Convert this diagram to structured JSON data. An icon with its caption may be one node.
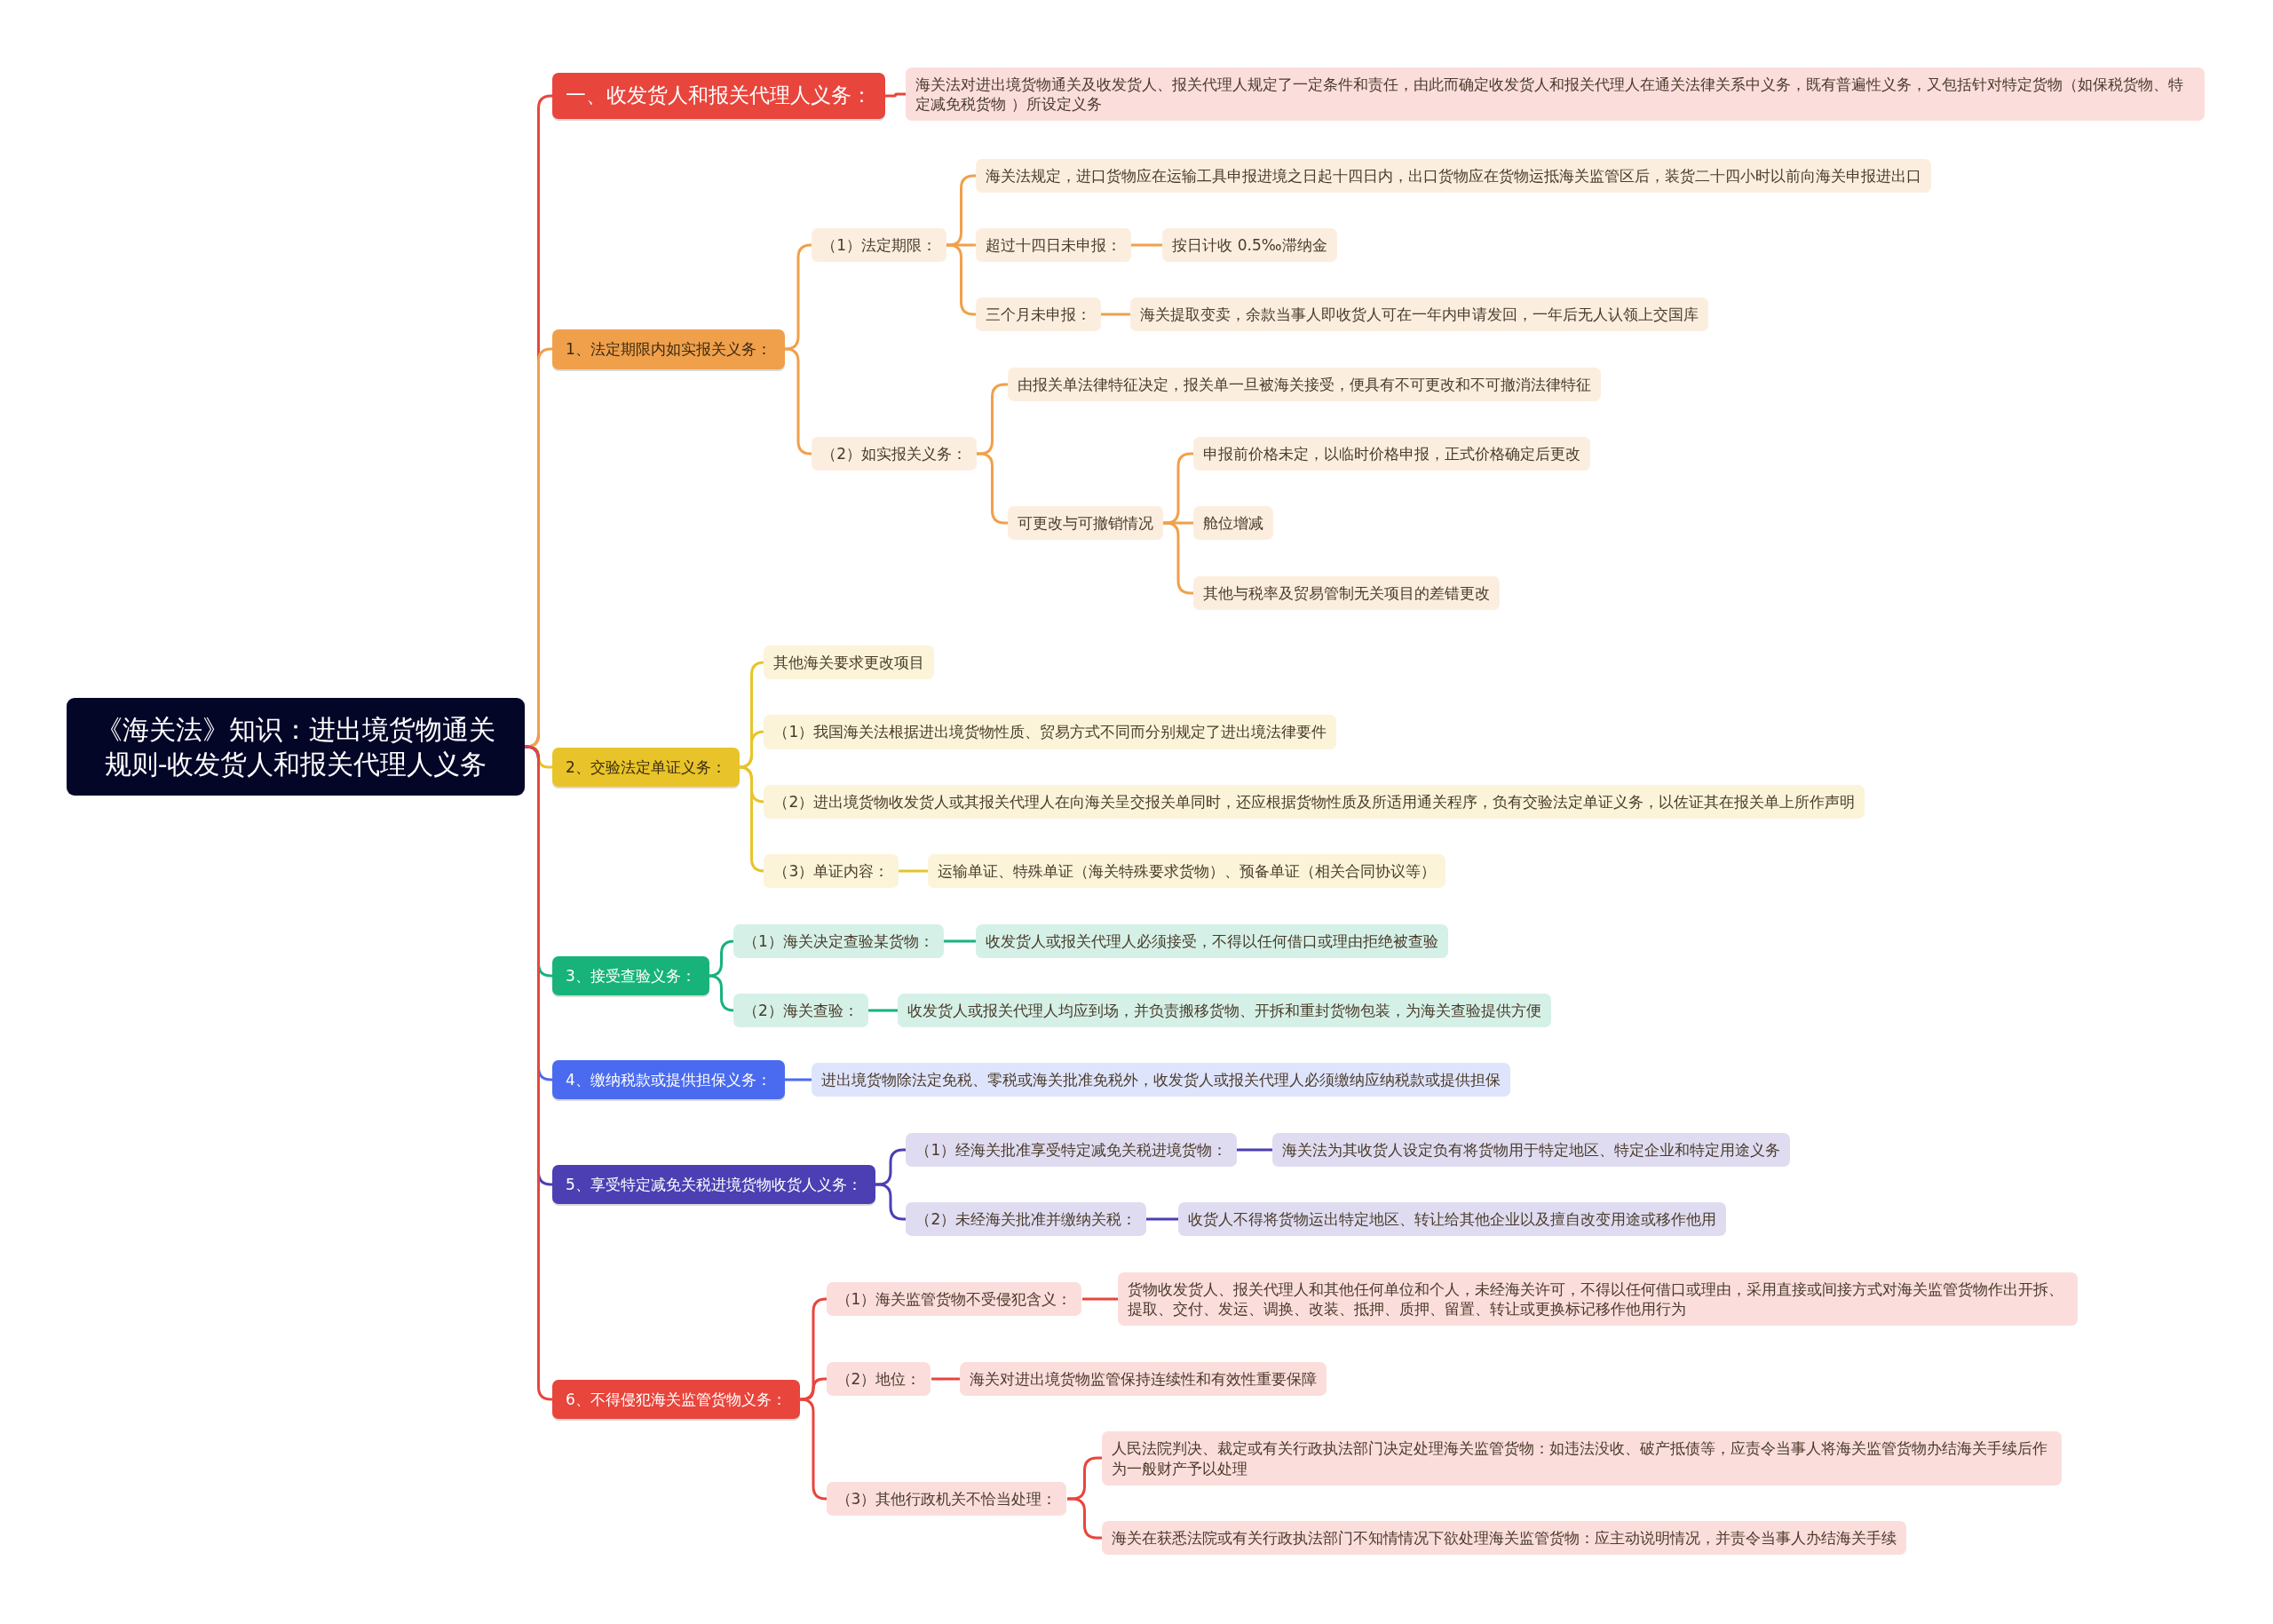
{
  "diagram": {
    "nodes": [
      {
        "text": [
          "《海关法》知识：进出境货物通关规则-收发货人和报关代理人义务"
        ]
      },
      {
        "text": [
          "一、收发货人和报关代理人义务："
        ]
      },
      {
        "text": [
          "海关法对进出境货物通关及收发货人、报关代理人规定了一定条件和责任，由此而确定收发货人和报关代理人在通关法律关系中义务，既有普遍性义务，又包括针对特定货物（如保税货物、特定减免税货物 ）所设定义务"
        ]
      },
      {
        "text": [
          "1、法定期限内如实报关义务："
        ]
      },
      {
        "text": [
          "（1）法定期限："
        ]
      },
      {
        "text": [
          "海关法规定，进口货物应在运输工具申报进境之日起十四日内，出口货物应在货物运抵海关监管区后，装货二十四小时以前向海关申报进出口"
        ]
      },
      {
        "text": [
          "超过十四日未申报："
        ]
      },
      {
        "text": [
          "按日计收 0.5‰滞纳金"
        ]
      },
      {
        "text": [
          "三个月未申报："
        ]
      },
      {
        "text": [
          "海关提取变卖，余款当事人即收货人可在一年内申请发回，一年后无人认领上交国库"
        ]
      },
      {
        "text": [
          "（2）如实报关义务："
        ]
      },
      {
        "text": [
          "由报关单法律特征决定，报关单一旦被海关接受，便具有不可更改和不可撤消法律特征"
        ]
      },
      {
        "text": [
          "可更改与可撤销情况"
        ]
      },
      {
        "text": [
          "申报前价格未定，以临时价格申报，正式价格确定后更改"
        ]
      },
      {
        "text": [
          "舱位增减"
        ]
      },
      {
        "text": [
          "其他与税率及贸易管制无关项目的差错更改"
        ]
      },
      {
        "text": [
          "2、交验法定单证义务："
        ]
      },
      {
        "text": [
          "其他海关要求更改项目"
        ]
      },
      {
        "text": [
          "（1）我国海关法根据进出境货物性质、贸易方式不同而分别规定了进出境法律要件"
        ]
      },
      {
        "text": [
          "（2）进出境货物收发货人或其报关代理人在向海关呈交报关单同时，还应根据货物性质及所适用通关程序，负有交验法定单证义务，以佐证其在报关单上所作声明"
        ]
      },
      {
        "text": [
          "（3）单证内容："
        ]
      },
      {
        "text": [
          "运输单证、特殊单证（海关特殊要求货物）、预备单证（相关合同协议等）"
        ]
      },
      {
        "text": [
          "3、接受查验义务："
        ]
      },
      {
        "text": [
          "（1）海关决定查验某货物："
        ]
      },
      {
        "text": [
          "收发货人或报关代理人必须接受，不得以任何借口或理由拒绝被查验"
        ]
      },
      {
        "text": [
          "（2）海关查验："
        ]
      },
      {
        "text": [
          "收发货人或报关代理人均应到场，并负责搬移货物、开拆和重封货物包装，为海关查验提供方便"
        ]
      },
      {
        "text": [
          "4、缴纳税款或提供担保义务："
        ]
      },
      {
        "text": [
          "进出境货物除法定免税、零税或海关批准免税外，收发货人或报关代理人必须缴纳应纳税款或提供担保"
        ]
      },
      {
        "text": [
          "5、享受特定减免关税进境货物收货人义务："
        ]
      },
      {
        "text": [
          "（1）经海关批准享受特定减免关税进境货物："
        ]
      },
      {
        "text": [
          "海关法为其收货人设定负有将货物用于特定地区、特定企业和特定用途义务"
        ]
      },
      {
        "text": [
          "（2）未经海关批准并缴纳关税："
        ]
      },
      {
        "text": [
          "收货人不得将货物运出特定地区、转让给其他企业以及擅自改变用途或移作他用"
        ]
      },
      {
        "text": [
          "6、不得侵犯海关监管货物义务："
        ]
      },
      {
        "text": [
          "（1）海关监管货物不受侵犯含义："
        ]
      },
      {
        "text": [
          "货物收发货人、报关代理人和其他任何单位和个人，未经海关许可，不得以任何借口或理由，采用直接或间接方式对海关监管货物作出开拆、提取、交付、发运、调换、改装、抵押、质押、留置、转让或更换标记移作他用行为"
        ]
      },
      {
        "text": [
          "（2）地位："
        ]
      },
      {
        "text": [
          "海关对进出境货物监管保持连续性和有效性重要保障"
        ]
      },
      {
        "text": [
          "（3）其他行政机关不恰当处理："
        ]
      },
      {
        "text": [
          "人民法院判决、裁定或有关行政执法部门决定处理海关监管货物：如违法没收、破产抵债等，应责令当事人将海关监管货物办结海关手续后作为一般财产予以处理"
        ]
      },
      {
        "text": [
          "海关在获悉法院或有关行政执法部门不知情情况下欲处理海关监管货物：应主动说明情况，并责令当事人办结海关手续"
        ]
      }
    ],
    "edges": [
      {
        "from": 0,
        "to": 1,
        "arrow": "none",
        "color": "#e8453c"
      },
      {
        "from": 1,
        "to": 2,
        "arrow": "none",
        "color": "#e8453c"
      },
      {
        "from": 0,
        "to": 3,
        "arrow": "none",
        "color": "#f0a04b"
      },
      {
        "from": 3,
        "to": 4,
        "arrow": "none",
        "color": "#f0a04b"
      },
      {
        "from": 4,
        "to": 5,
        "arrow": "none",
        "color": "#f0a04b"
      },
      {
        "from": 4,
        "to": 6,
        "arrow": "none",
        "color": "#f0a04b"
      },
      {
        "from": 6,
        "to": 7,
        "arrow": "none",
        "color": "#f0a04b"
      },
      {
        "from": 4,
        "to": 8,
        "arrow": "none",
        "color": "#f0a04b"
      },
      {
        "from": 8,
        "to": 9,
        "arrow": "none",
        "color": "#f0a04b"
      },
      {
        "from": 3,
        "to": 10,
        "arrow": "none",
        "color": "#f0a04b"
      },
      {
        "from": 10,
        "to": 11,
        "arrow": "none",
        "color": "#f0a04b"
      },
      {
        "from": 10,
        "to": 12,
        "arrow": "none",
        "color": "#f0a04b"
      },
      {
        "from": 12,
        "to": 13,
        "arrow": "none",
        "color": "#f0a04b"
      },
      {
        "from": 12,
        "to": 14,
        "arrow": "none",
        "color": "#f0a04b"
      },
      {
        "from": 12,
        "to": 15,
        "arrow": "none",
        "color": "#f0a04b"
      },
      {
        "from": 0,
        "to": 16,
        "arrow": "none",
        "color": "#e8c42a"
      },
      {
        "from": 16,
        "to": 17,
        "arrow": "none",
        "color": "#e8c42a"
      },
      {
        "from": 16,
        "to": 18,
        "arrow": "none",
        "color": "#e8c42a"
      },
      {
        "from": 16,
        "to": 19,
        "arrow": "none",
        "color": "#e8c42a"
      },
      {
        "from": 16,
        "to": 20,
        "arrow": "none",
        "color": "#e8c42a"
      },
      {
        "from": 20,
        "to": 21,
        "arrow": "none",
        "color": "#e8c42a"
      },
      {
        "from": 0,
        "to": 22,
        "arrow": "none",
        "color": "#17b37b"
      },
      {
        "from": 22,
        "to": 23,
        "arrow": "none",
        "color": "#17b37b"
      },
      {
        "from": 23,
        "to": 24,
        "arrow": "none",
        "color": "#17b37b"
      },
      {
        "from": 22,
        "to": 25,
        "arrow": "none",
        "color": "#17b37b"
      },
      {
        "from": 25,
        "to": 26,
        "arrow": "none",
        "color": "#17b37b"
      },
      {
        "from": 0,
        "to": 27,
        "arrow": "none",
        "color": "#4a6bef"
      },
      {
        "from": 27,
        "to": 28,
        "arrow": "none",
        "color": "#4a6bef"
      },
      {
        "from": 0,
        "to": 29,
        "arrow": "none",
        "color": "#4b3fb3"
      },
      {
        "from": 29,
        "to": 30,
        "arrow": "none",
        "color": "#4b3fb3"
      },
      {
        "from": 30,
        "to": 31,
        "arrow": "none",
        "color": "#4b3fb3"
      },
      {
        "from": 29,
        "to": 32,
        "arrow": "none",
        "color": "#4b3fb3"
      },
      {
        "from": 32,
        "to": 33,
        "arrow": "none",
        "color": "#4b3fb3"
      },
      {
        "from": 0,
        "to": 34,
        "arrow": "none",
        "color": "#e8453c"
      },
      {
        "from": 34,
        "to": 35,
        "arrow": "none",
        "color": "#e8453c"
      },
      {
        "from": 35,
        "to": 36,
        "arrow": "none",
        "color": "#e8453c"
      },
      {
        "from": 34,
        "to": 37,
        "arrow": "none",
        "color": "#e8453c"
      },
      {
        "from": 37,
        "to": 38,
        "arrow": "none",
        "color": "#e8453c"
      },
      {
        "from": 34,
        "to": 39,
        "arrow": "none",
        "color": "#e8453c"
      },
      {
        "from": 39,
        "to": 40,
        "arrow": "none",
        "color": "#e8453c"
      },
      {
        "from": 39,
        "to": 41,
        "arrow": "none",
        "color": "#e8453c"
      }
    ]
  }
}
